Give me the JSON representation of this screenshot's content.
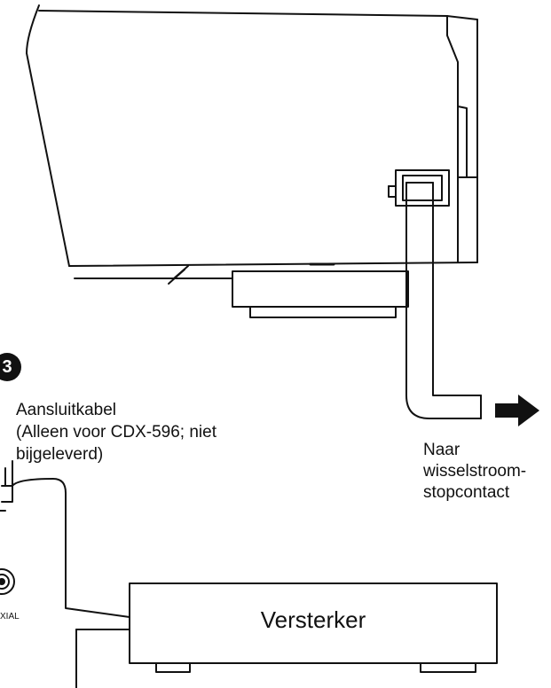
{
  "step": {
    "number": "3"
  },
  "cable_label": {
    "line1": "Aansluitkabel",
    "line2": "(Alleen voor CDX-596; niet",
    "line3": "bijgeleverd)"
  },
  "outlet_label": {
    "line1": "Naar",
    "line2": "wisselstroom-",
    "line3": "stopcontact"
  },
  "amplifier": {
    "label": "Versterker"
  },
  "jack": {
    "label": "XIAL"
  },
  "colors": {
    "line": "#111111",
    "background": "#ffffff",
    "arrow": "#111111"
  }
}
